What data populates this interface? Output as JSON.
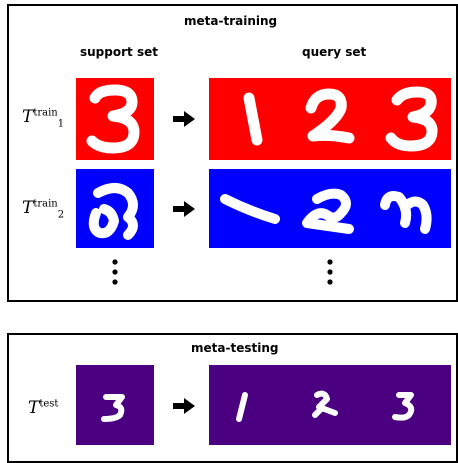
{
  "meta_training": {
    "title": "meta-training",
    "support_header": "support set",
    "query_header": "query set",
    "tasks": [
      {
        "label_base": "T",
        "label_sup": "train",
        "label_sub": "1",
        "color": "#ff0000",
        "support_digit": "3",
        "query_digits": [
          "1",
          "2",
          "3"
        ]
      },
      {
        "label_base": "T",
        "label_sup": "train",
        "label_sub": "2",
        "color": "#0000ff",
        "support_digit": "3",
        "query_digits": [
          "1",
          "2",
          "3"
        ]
      }
    ]
  },
  "meta_testing": {
    "title": "meta-testing",
    "task": {
      "label_base": "T",
      "label_sup": "test",
      "color": "#4b0082",
      "support_digit": "3",
      "query_digits": [
        "1",
        "2",
        "3"
      ]
    }
  },
  "icons": {
    "arrow": "right-arrow-icon",
    "ellipsis": "vertical-ellipsis-icon"
  }
}
